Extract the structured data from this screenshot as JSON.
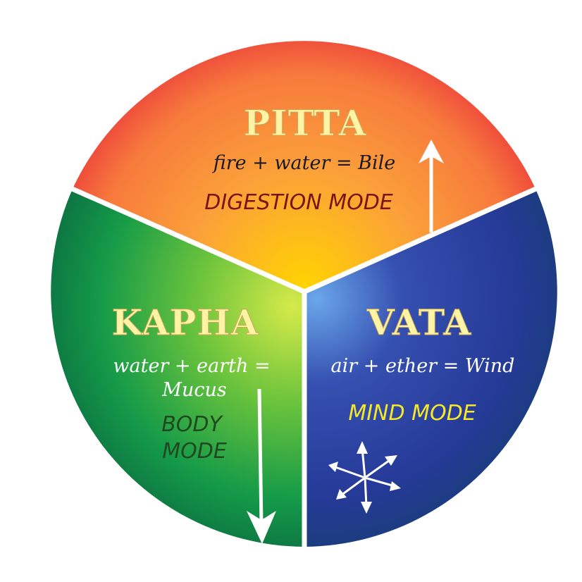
{
  "colors": {
    "pitta_center": "#ffd400",
    "pitta_edge": "#ec3b3b",
    "vata_center": "#5a8fe0",
    "vata_edge": "#1c3a78",
    "kapha_center": "#cde64a",
    "kapha_edge": "#0c6a44"
  },
  "pitta": {
    "title": "PITTA",
    "formula": "fire + water = Bile",
    "mode": "DIGESTION MODE"
  },
  "vata": {
    "title": "VATA",
    "formula": "air + ether = Wind",
    "mode": "MIND MODE",
    "icon": "scatter-arrows-icon"
  },
  "kapha": {
    "title": "KAPHA",
    "formula_line1": "water + earth =",
    "formula_line2": "Mucus",
    "mode_line1": "BODY",
    "mode_line2": "MODE"
  }
}
